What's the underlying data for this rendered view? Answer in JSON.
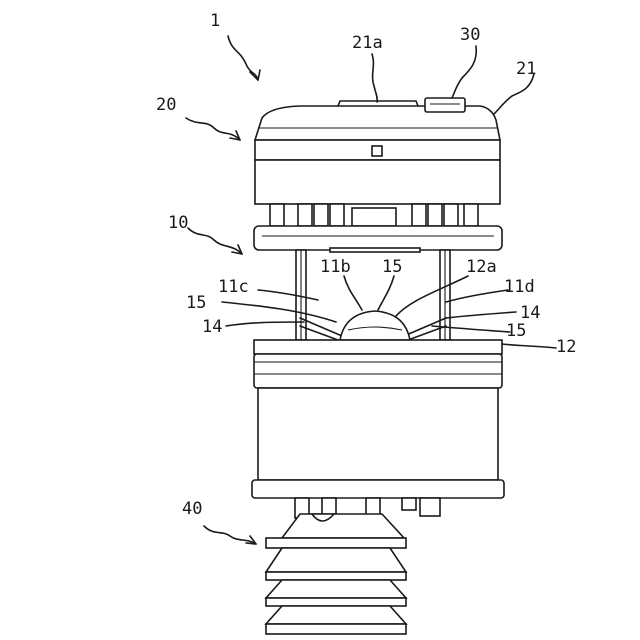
{
  "figure": {
    "labels": {
      "device": "1",
      "top_unit": "20",
      "top_window": "21a",
      "top_cover": "21",
      "top_button": "30",
      "middle_unit": "10",
      "rod_b": "11b",
      "center_15": "15",
      "plate_12a": "12a",
      "rod_c": "11c",
      "rod_d": "11d",
      "left_15": "15",
      "right_15": "15",
      "left_14": "14",
      "right_14": "14",
      "plate_12": "12",
      "bottom_unit": "40"
    }
  }
}
